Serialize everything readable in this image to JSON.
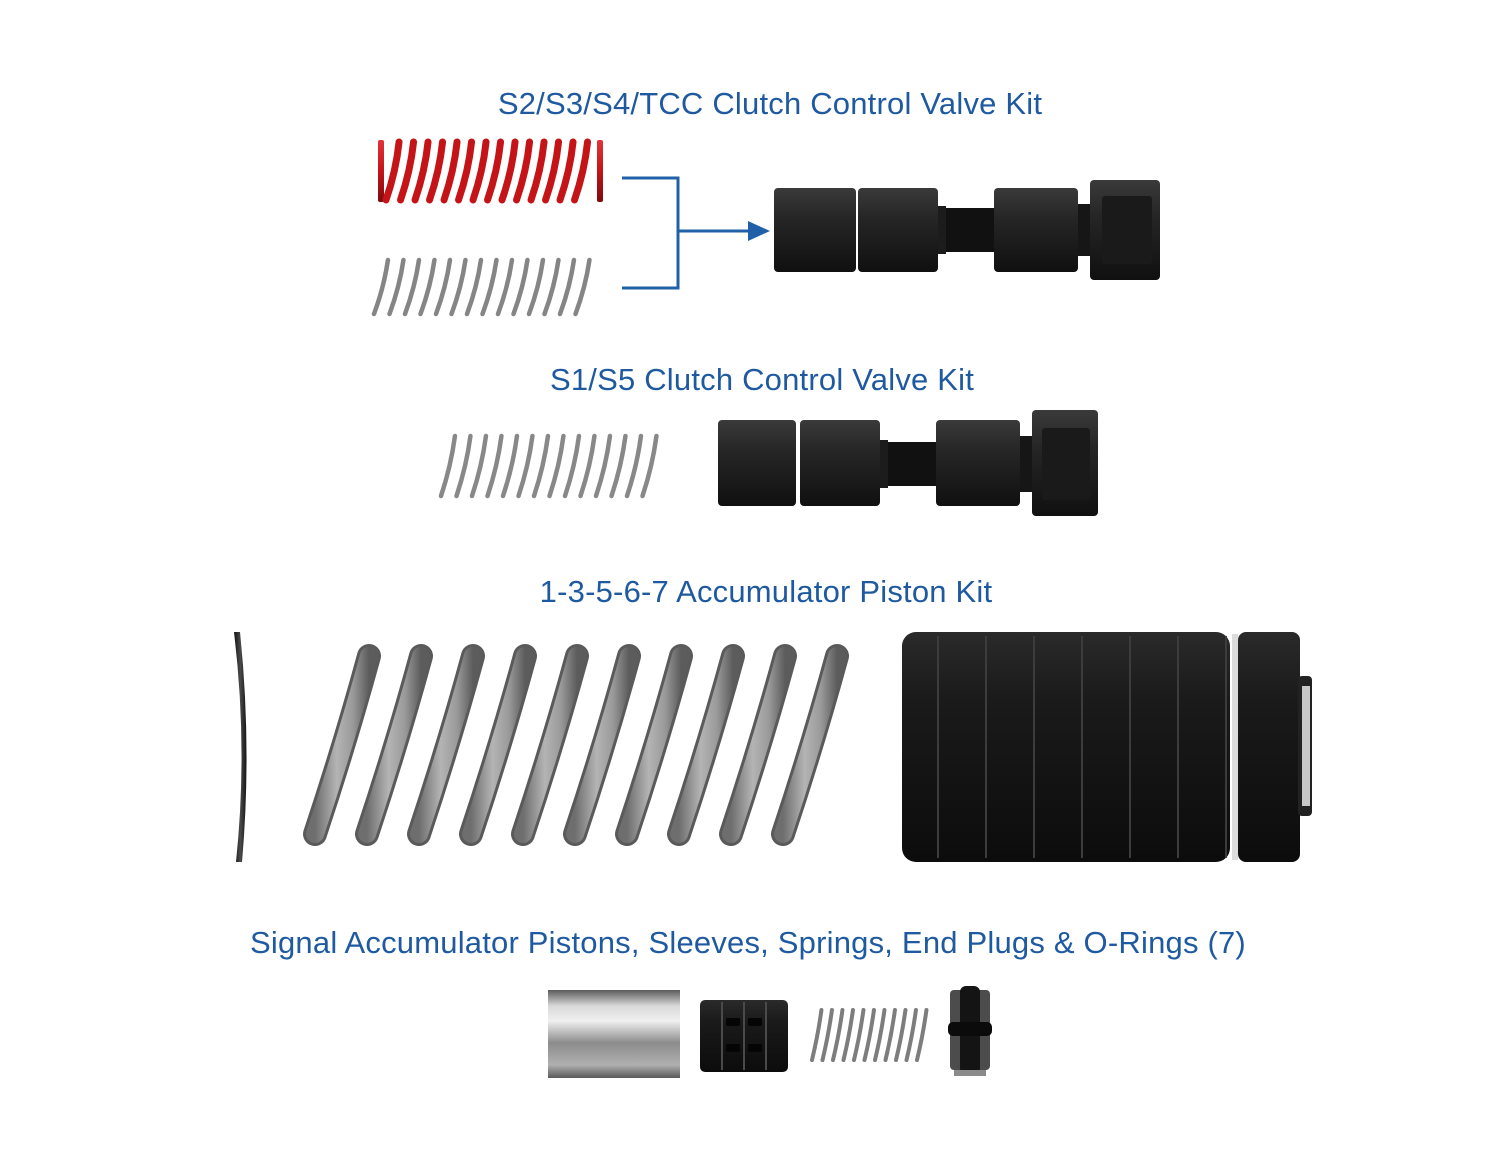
{
  "kits": [
    {
      "title": "S2/S3/S4/TCC Clutch Control Valve Kit",
      "parts": [
        "red-spring-icon",
        "gray-spring-icon",
        "valve-icon"
      ]
    },
    {
      "title": "S1/S5 Clutch Control Valve Kit",
      "parts": [
        "gray-spring-icon",
        "valve-icon"
      ]
    },
    {
      "title": "1-3-5-6-7 Accumulator Piston Kit",
      "parts": [
        "seal-ring-icon",
        "large-spring-icon",
        "accumulator-piston-icon"
      ]
    },
    {
      "title": "Signal Accumulator Pistons, Sleeves, Springs, End Plugs & O-Rings (7)",
      "parts": [
        "sleeve-icon",
        "piston-icon",
        "small-spring-icon",
        "end-plug-icon"
      ]
    }
  ],
  "colors": {
    "title": "#1f5aa0",
    "arrow": "#2060a8",
    "red_spring": "#c41418",
    "gray_spring": "#8a8a8a",
    "black_part": "#1e1e1e"
  }
}
